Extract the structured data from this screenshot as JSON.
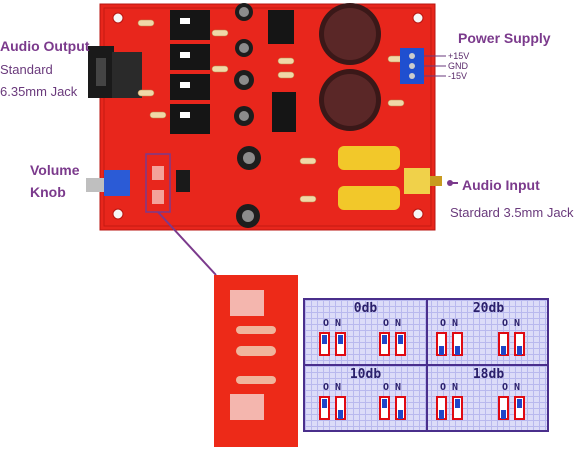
{
  "labels": {
    "audio_output_title": "Audio Output",
    "audio_output_line1": "Standard",
    "audio_output_line2": "6.35mm Jack",
    "power_supply": "Power Supply",
    "pin_plus": "+15V",
    "pin_gnd": "GND",
    "pin_minus": "-15V",
    "volume_line1": "Volume",
    "volume_line2": "Knob",
    "audio_input_title": "Audio Input",
    "audio_input_sub": "Stardard 3.5mm Jack"
  },
  "dip_settings": [
    {
      "title": "0db",
      "on_left": "O N",
      "on_right": "O N"
    },
    {
      "title": "20db",
      "on_left": "O N",
      "on_right": "O N"
    },
    {
      "title": "10db",
      "on_left": "O N",
      "on_right": "O N"
    },
    {
      "title": "18db",
      "on_left": "O N",
      "on_right": "O N"
    }
  ],
  "colors": {
    "pcb_red": "#e8261c",
    "label_purple": "#7b3a8c",
    "switch_blue": "#1f45c8",
    "panel_border": "#4a2f8c"
  }
}
